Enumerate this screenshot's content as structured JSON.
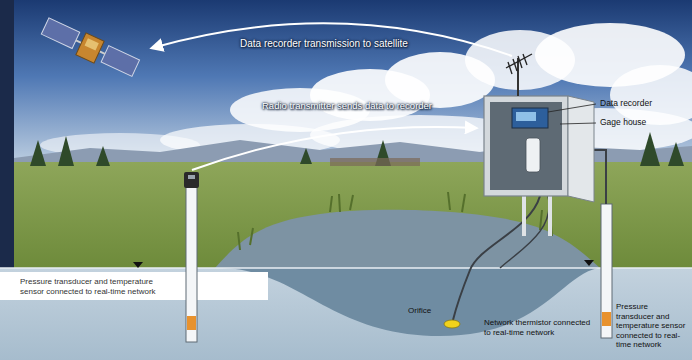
{
  "diagram": {
    "nodes": [
      {
        "text": [
          "Pressure transducer and temperature sensor connected to real-time network"
        ]
      }
    ],
    "labels": [
      "Data recorder transmission to satellite",
      "Radio transmitter sends data to recorder",
      "Data recorder",
      "Gage house",
      "Orifice",
      "Network thermistor connected to real-time network",
      "Pressure transducer and temperature sensor connected to real-time network"
    ]
  }
}
